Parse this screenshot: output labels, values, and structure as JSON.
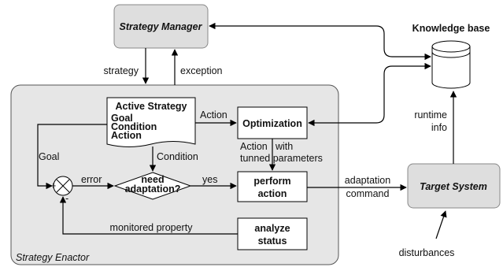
{
  "blocks": {
    "strategy_manager": "Strategy Manager",
    "knowledge_base": "Knowledge base",
    "active_strategy": {
      "title": "Active Strategy",
      "items": [
        "Goal",
        "Condition",
        "Action"
      ]
    },
    "optimization": "Optimization",
    "decision": [
      "need",
      "adaptation?"
    ],
    "perform_action": [
      "perform",
      "action"
    ],
    "analyze_status": [
      "analyze",
      "status"
    ],
    "target_system": "Target System",
    "strategy_enactor": "Strategy Enactor"
  },
  "edges": {
    "strategy": "strategy",
    "exception": "exception",
    "action": "Action",
    "condition": "Condition",
    "goal": "Goal",
    "error": "error",
    "yes": "yes",
    "action_with_params": [
      "Action",
      "with",
      "tunned parameters"
    ],
    "adaptation_command": [
      "adaptation",
      "command"
    ],
    "runtime_info": [
      "runtime",
      "info"
    ],
    "monitored_property": "monitored property",
    "disturbances": "disturbances"
  },
  "comparator": {
    "plus": "+",
    "minus": "-"
  }
}
